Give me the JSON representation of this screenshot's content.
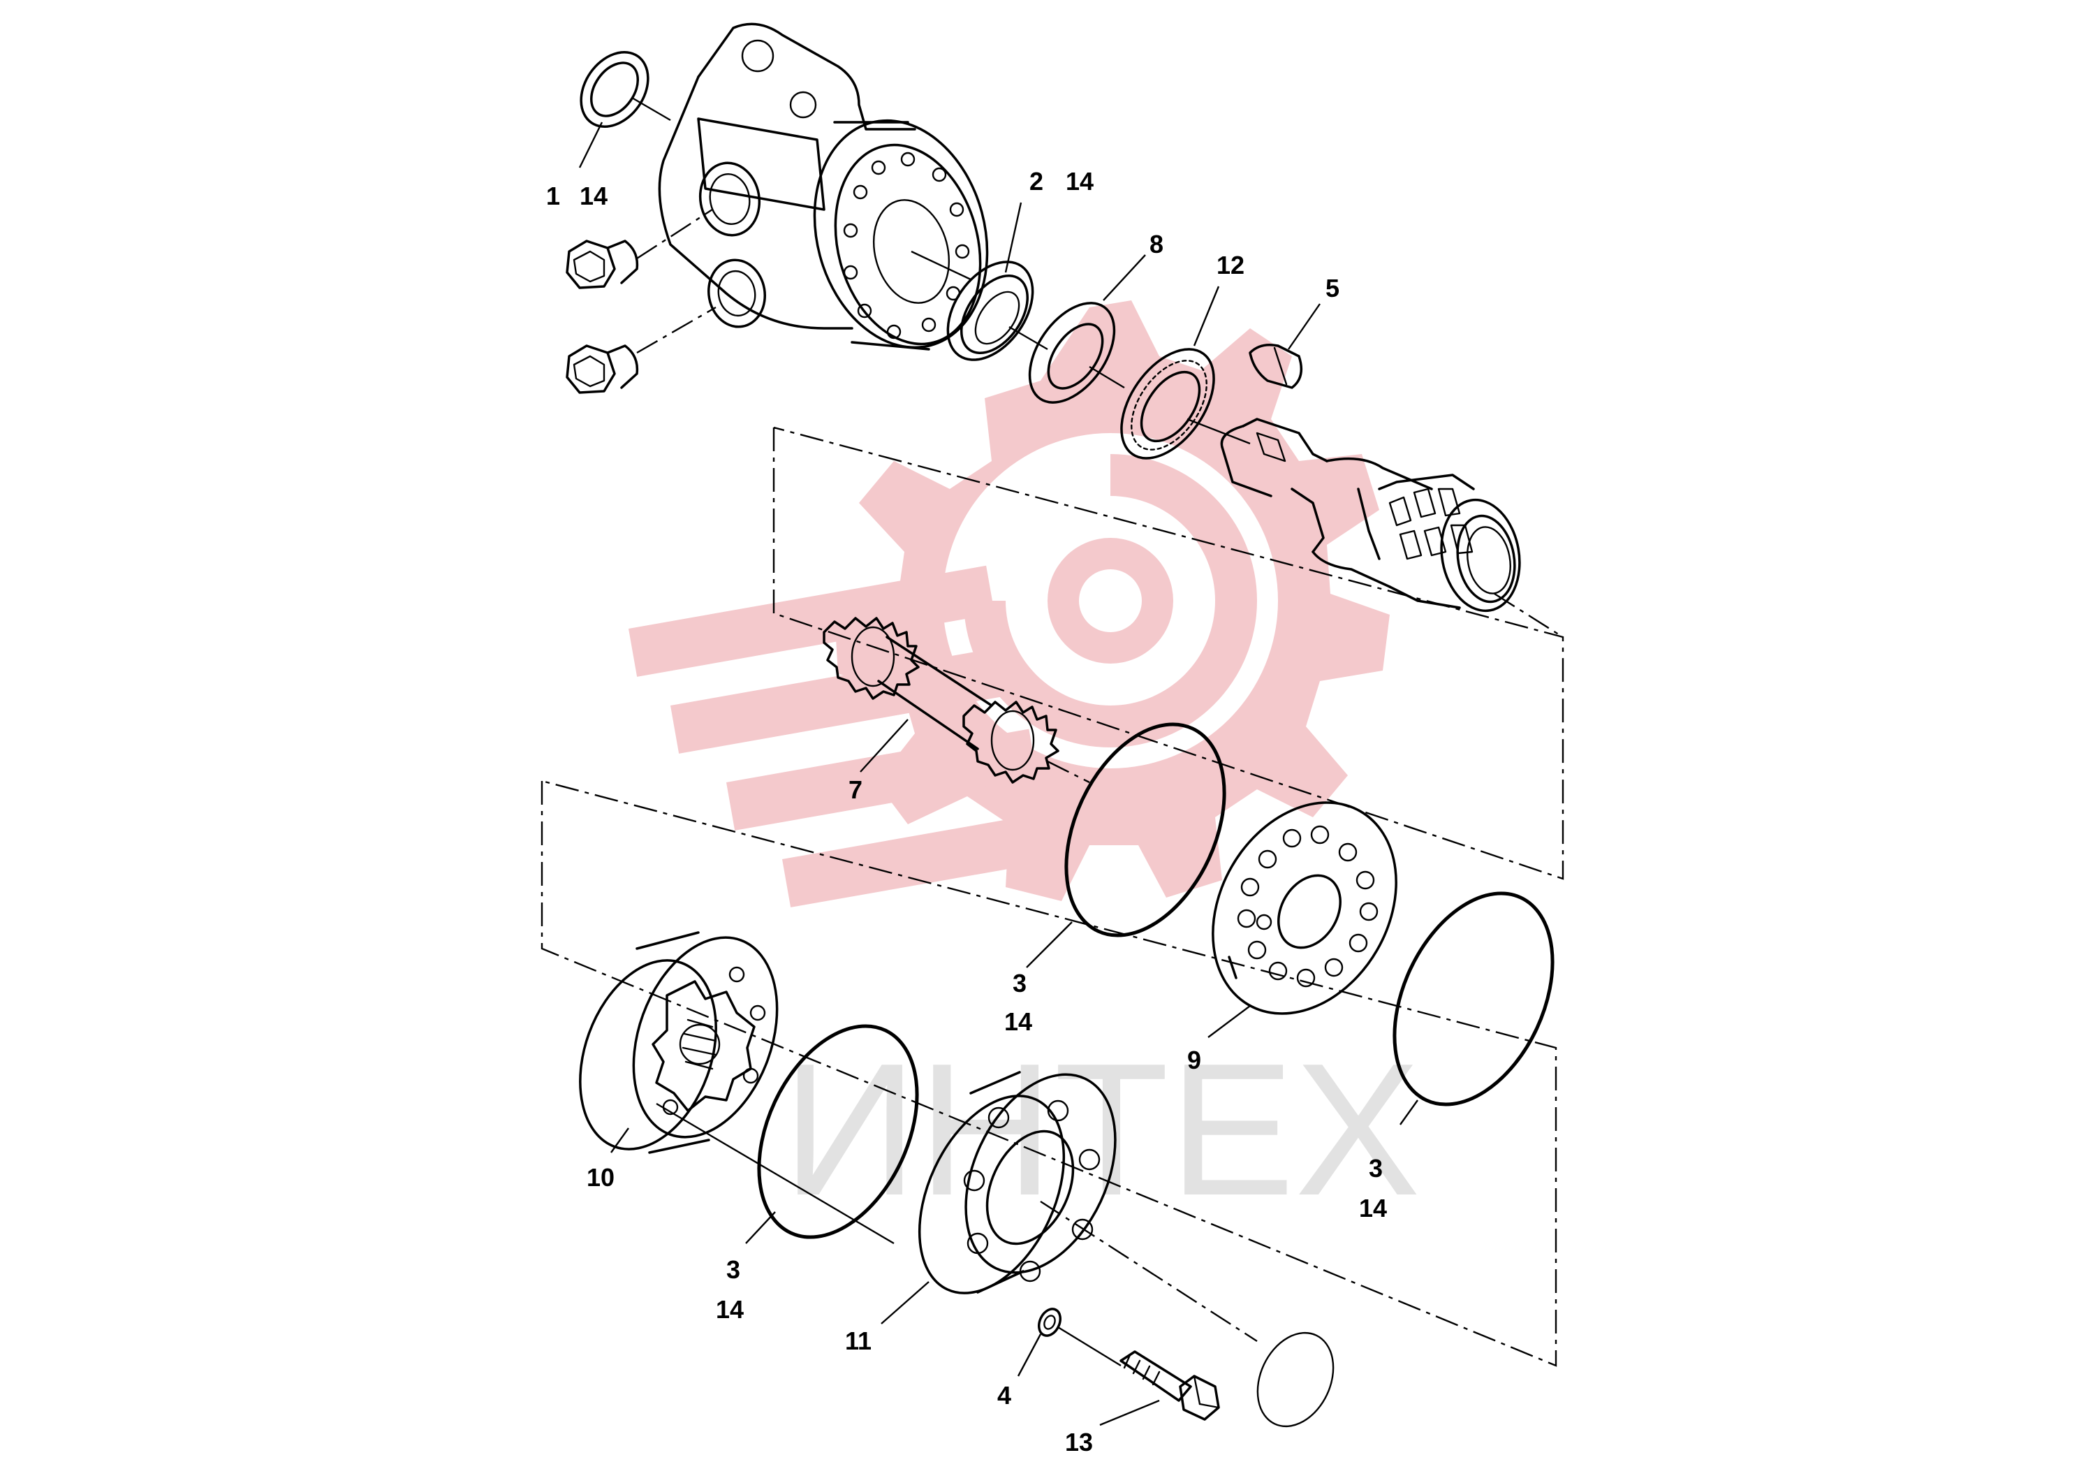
{
  "watermark": {
    "text": "ИНТЕХ",
    "color": "#f4c9cc",
    "text_color": "#e2e2e2"
  },
  "labels": {
    "l1": "1",
    "l1b": "14",
    "l2": "2",
    "l2b": "14",
    "l8": "8",
    "l12": "12",
    "l5": "5",
    "l7": "7",
    "l3a": "3",
    "l3ab": "14",
    "l9": "9",
    "l3b": "3",
    "l3bb": "14",
    "l10": "10",
    "l3c": "3",
    "l3cb": "14",
    "l11": "11",
    "l4": "4",
    "l13": "13"
  }
}
